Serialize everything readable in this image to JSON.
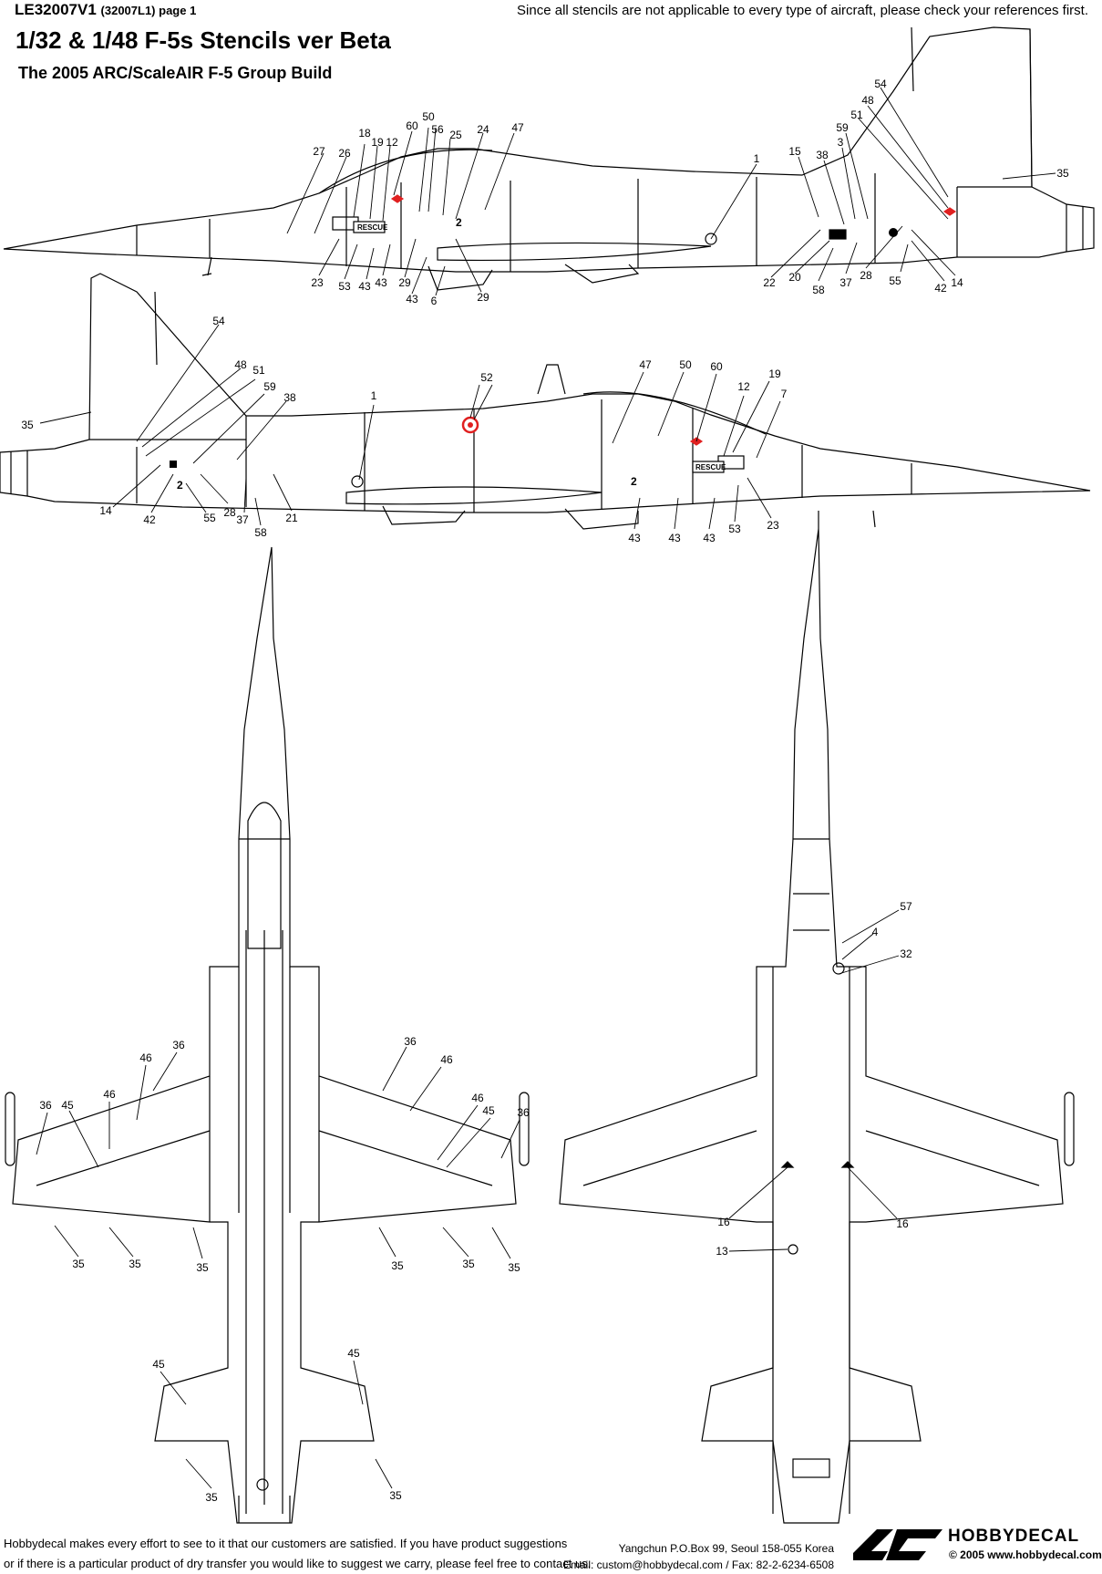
{
  "header": {
    "code": "LE32007V1",
    "code_sub": "(32007L1) page 1",
    "note": "Since all stencils are not applicable to every type of aircraft, please check your references first.",
    "title": "1/32 & 1/48 F-5s Stencils ver Beta",
    "subtitle": "The 2005 ARC/ScaleAIR F-5 Group Build"
  },
  "views": {
    "left_side": {
      "callouts": [
        "27",
        "26",
        "18",
        "19",
        "12",
        "60",
        "50",
        "56",
        "25",
        "24",
        "47",
        "1",
        "15",
        "38",
        "3",
        "59",
        "51",
        "48",
        "54",
        "35",
        "23",
        "53",
        "43",
        "43",
        "29",
        "43",
        "6",
        "29",
        "22",
        "20",
        "58",
        "37",
        "28",
        "55",
        "42",
        "14"
      ],
      "markings": [
        "RESCUE",
        "2"
      ]
    },
    "right_side": {
      "callouts": [
        "54",
        "48",
        "51",
        "59",
        "38",
        "35",
        "1",
        "52",
        "47",
        "50",
        "60",
        "12",
        "19",
        "7",
        "14",
        "42",
        "55",
        "28",
        "37",
        "58",
        "21",
        "43",
        "43",
        "43",
        "53",
        "23"
      ],
      "markings": [
        "RESCUE",
        "2",
        "2"
      ]
    },
    "top": {
      "callouts": [
        "46",
        "36",
        "36",
        "45",
        "46",
        "36",
        "46",
        "46",
        "45",
        "36",
        "35",
        "35",
        "35",
        "35",
        "35",
        "35",
        "45",
        "45",
        "35",
        "35"
      ]
    },
    "bottom": {
      "callouts": [
        "57",
        "4",
        "32",
        "16",
        "16",
        "13"
      ]
    }
  },
  "footer": {
    "left_line1": "Hobbydecal makes every effort to see to it that our customers are satisfied. If you have product suggestions",
    "left_line2": "or if there is a particular product of dry transfer you would like to suggest we carry,  please feel free to contact us.",
    "address": "Yangchun P.O.Box 99, Seoul 158-055 Korea",
    "contact": "Email: custom@hobbydecal.com / Fax: 82-2-6234-6508"
  },
  "logo": {
    "name": "HOBBYDECAL",
    "copyright": "© 2005 www.hobbydecal.com"
  },
  "colors": {
    "ink": "#000000",
    "stencil_red": "#e02020"
  }
}
